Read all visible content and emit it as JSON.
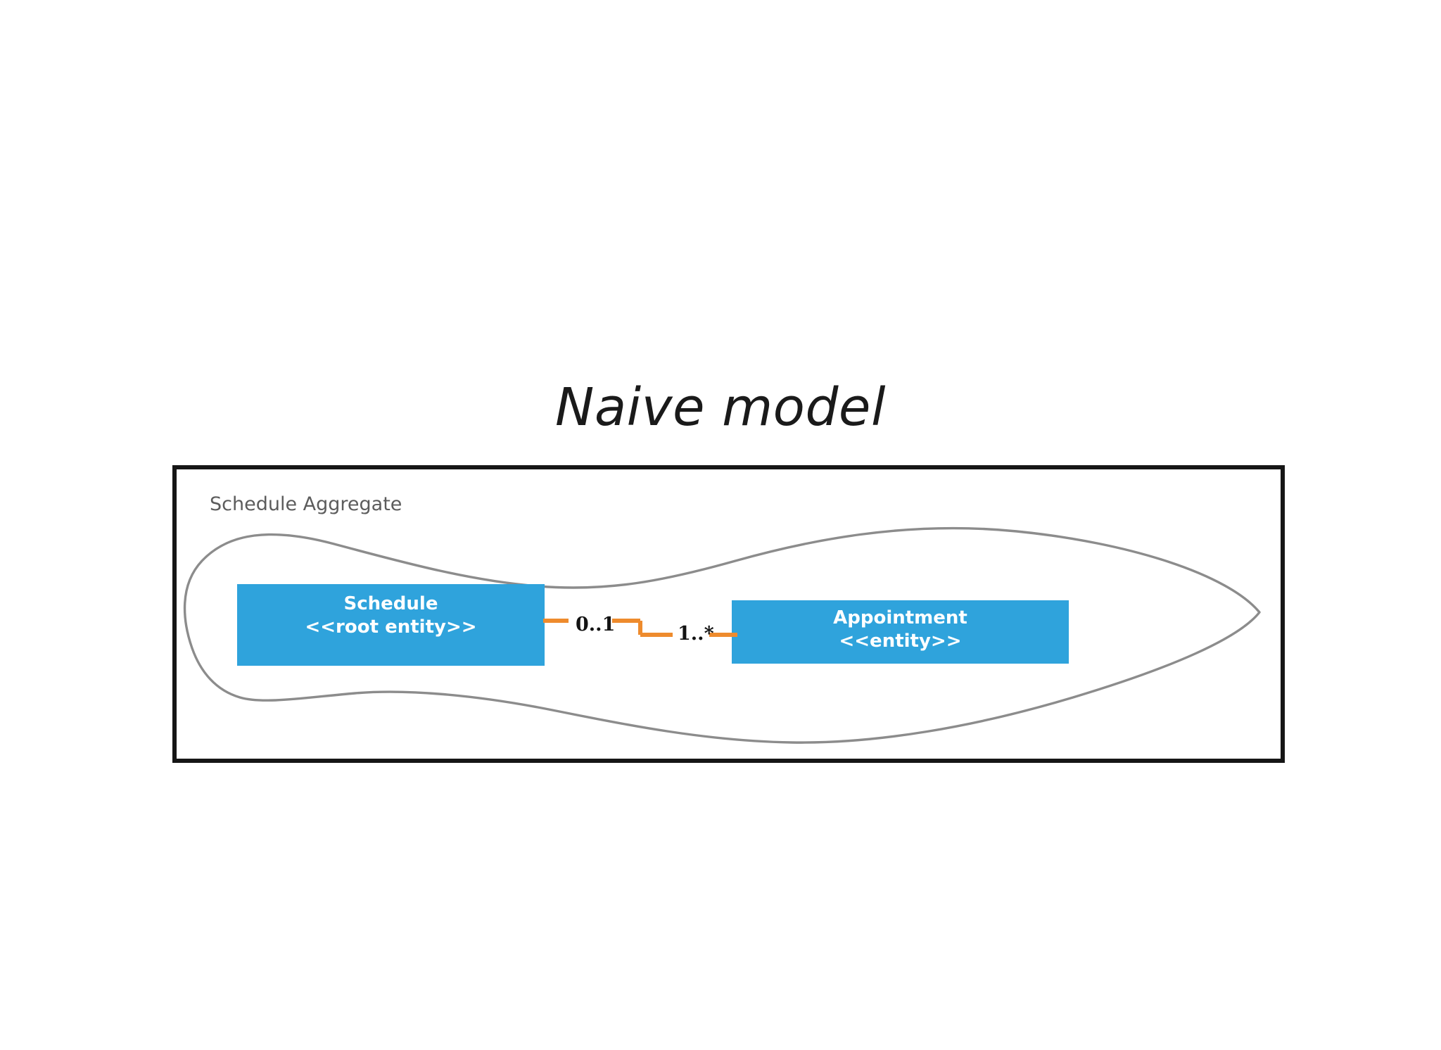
{
  "slide": {
    "title": "Naive model",
    "background_color": "#ffffff"
  },
  "diagram": {
    "type": "uml-class-diagram",
    "context_frame": {
      "name": "bounded-context-frame",
      "border_color": "#161616"
    },
    "aggregate": {
      "label": "Schedule Aggregate",
      "label_color": "#5c5c5c",
      "boundary_style": "hand-drawn-blob",
      "boundary_color": "#8c8c8c"
    },
    "entities": [
      {
        "name": "Schedule",
        "stereotype": "<<root entity>>",
        "fill_color": "#2fa3dc",
        "text_color": "#ffffff"
      },
      {
        "name": "Appointment",
        "stereotype": "<<entity>>",
        "fill_color": "#2fa3dc",
        "text_color": "#ffffff"
      }
    ],
    "association": {
      "line_color": "#ee8b2d",
      "source_multiplicity": "0..1",
      "target_multiplicity": "1..*",
      "source_entity": "Schedule",
      "target_entity": "Appointment"
    }
  }
}
